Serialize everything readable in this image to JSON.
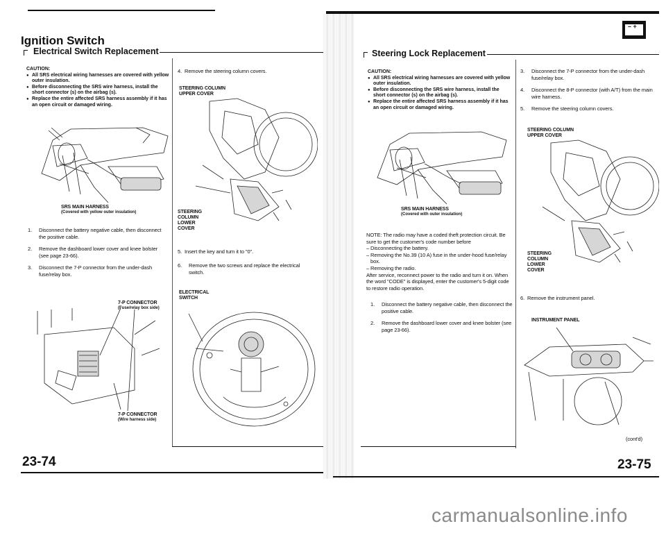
{
  "left_page": {
    "title": "Ignition Switch",
    "section": "Electrical Switch Replacement",
    "caution": {
      "heading": "CAUTION:",
      "items": [
        "All SRS electrical wiring harnesses are covered with yellow outer insulation.",
        "Before disconnecting the SRS wire harness, install the short connector (s) on the airbag (s).",
        "Replace the entire affected SRS harness assembly if it has an open circuit or damaged wiring."
      ]
    },
    "fig1": {
      "label1": "SRS MAIN HARNESS",
      "label2": "(Covered with yellow outer insulation)"
    },
    "steps": [
      {
        "n": "1.",
        "text": "Disconnect the battery negative cable, then disconnect the positive cable."
      },
      {
        "n": "2.",
        "text": "Remove the dashboard lower cover and knee bolster (see page 23-66)."
      },
      {
        "n": "3.",
        "text": "Disconnect the 7-P connector from the under-dash fuse/relay box."
      }
    ],
    "fig2": {
      "top_label1": "7-P CONNECTOR",
      "top_label2": "(Fuse/relay box side)",
      "bottom_label1": "7-P CONNECTOR",
      "bottom_label2": "(Wire harness side)"
    },
    "page_number": "23-74"
  },
  "middle_column": {
    "step4": {
      "n": "4.",
      "text": "Remove the steering column covers."
    },
    "fig3": {
      "upper1": "STEERING COLUMN",
      "upper2": "UPPER COVER",
      "lower1": "STEERING",
      "lower2": "COLUMN",
      "lower3": "LOWER",
      "lower4": "COVER"
    },
    "step5": {
      "n": "5.",
      "text": "Insert the key and turn it to \"0\"."
    },
    "step6": {
      "n": "6.",
      "text": "Remove the two screws and replace the electrical switch."
    },
    "fig4": {
      "label1": "ELECTRICAL",
      "label2": "SWITCH"
    }
  },
  "right_page": {
    "section": "Steering Lock Replacement",
    "battery_icon_label": "– +",
    "caution": {
      "heading": "CAUTION:",
      "items": [
        "All SRS electrical wiring harnesses are covered with yellow outer insulation.",
        "Before disconnecting the SRS wire harness, install the short connector (s) on the airbag (s).",
        "Replace the entire affected SRS harness assembly if it has an open circuit or damaged wiring."
      ]
    },
    "fig1": {
      "label1": "SRS MAIN HARNESS",
      "label2": "(Covered with outer insulation)"
    },
    "note": {
      "lines": [
        "NOTE: The radio may have a coded theft protection circuit. Be sure to get the customer's code number before",
        "– Disconnecting the battery.",
        "– Removing the No.39 (10 A) fuse in the under-hood fuse/relay box.",
        "– Removing the radio.",
        "After service, reconnect power to the radio and turn it on. When the word \"CODE\" is displayed, enter the customer's 5-digit code to restore radio operation."
      ]
    },
    "steps_left": [
      {
        "n": "1.",
        "text": "Disconnect the battery negative cable, then disconnect the positive cable."
      },
      {
        "n": "2.",
        "text": "Remove the dashboard lower cover and knee bolster (see page 23-66)."
      }
    ],
    "steps_right": [
      {
        "n": "3.",
        "text": "Disconnect the 7-P connector from the under-dash fuse/relay box."
      },
      {
        "n": "4.",
        "text": "Disconnect the 8-P connector (with A/T) from the main wire harness."
      },
      {
        "n": "5.",
        "text": "Remove the steering column covers."
      }
    ],
    "fig2": {
      "upper1": "STEERING COLUMN",
      "upper2": "UPPER COVER",
      "lower1": "STEERING",
      "lower2": "COLUMN",
      "lower3": "LOWER",
      "lower4": "COVER"
    },
    "step6": {
      "n": "6.",
      "text": "Remove the instrument panel."
    },
    "fig3": {
      "label": "INSTRUMENT PANEL"
    },
    "contd": "(cont'd)",
    "page_number": "23-75"
  },
  "watermark": "carmanualsonline.info",
  "colors": {
    "ink": "#111111",
    "paper": "#ffffff",
    "watermark": "#8a8a8a"
  }
}
